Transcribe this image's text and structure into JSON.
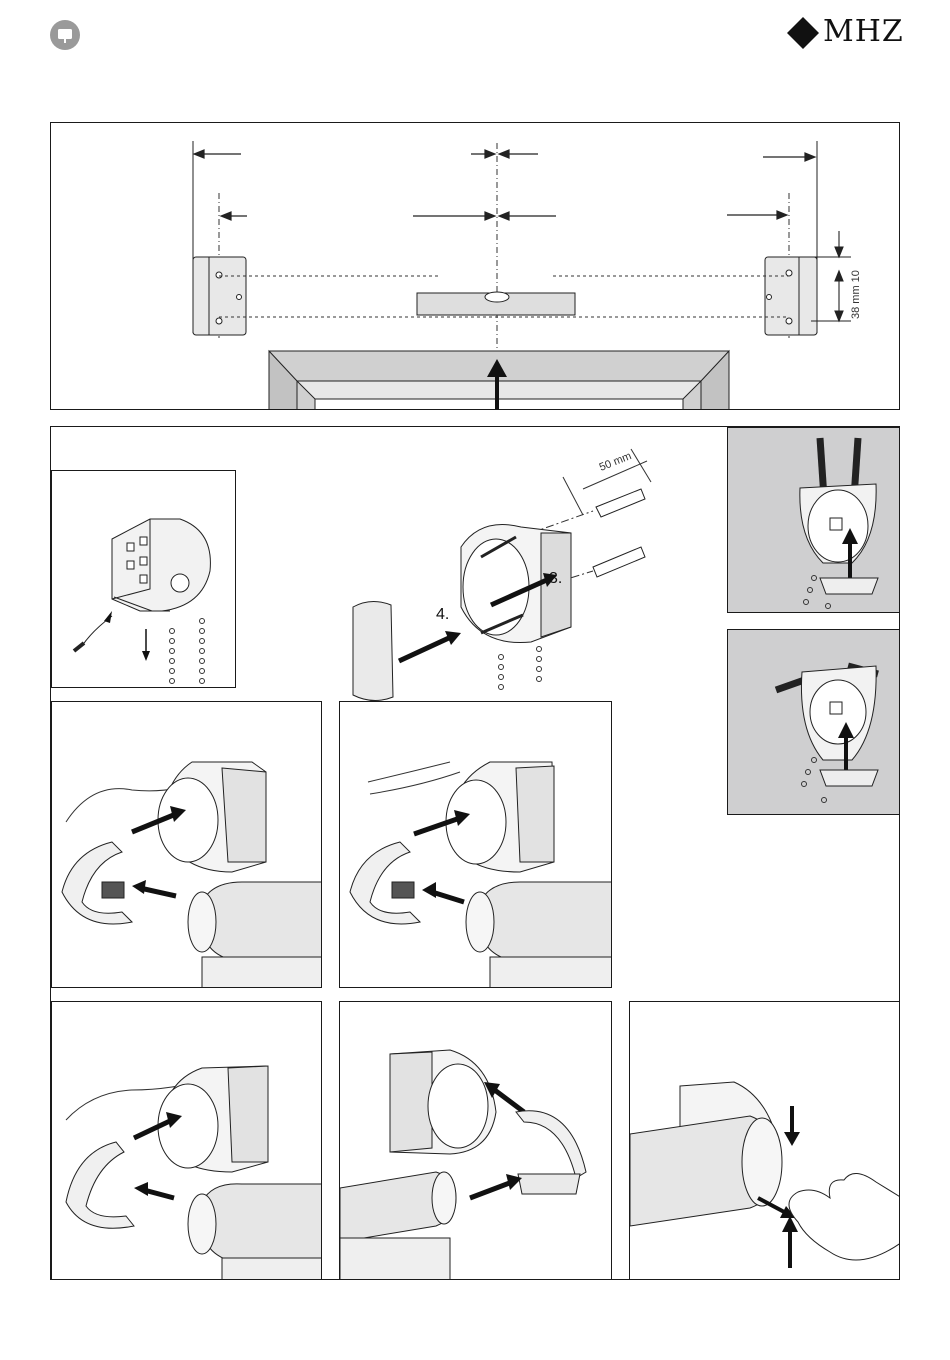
{
  "header": {
    "brand": "MHZ",
    "logo_icon": "diamond-icon",
    "badge_icon": "monitor-icon"
  },
  "panel_top": {
    "dim_vertical_label": "38 mm  10"
  },
  "panel_mount": {
    "dim_label": "50 mm",
    "step_3": "3.",
    "step_4": "4."
  }
}
